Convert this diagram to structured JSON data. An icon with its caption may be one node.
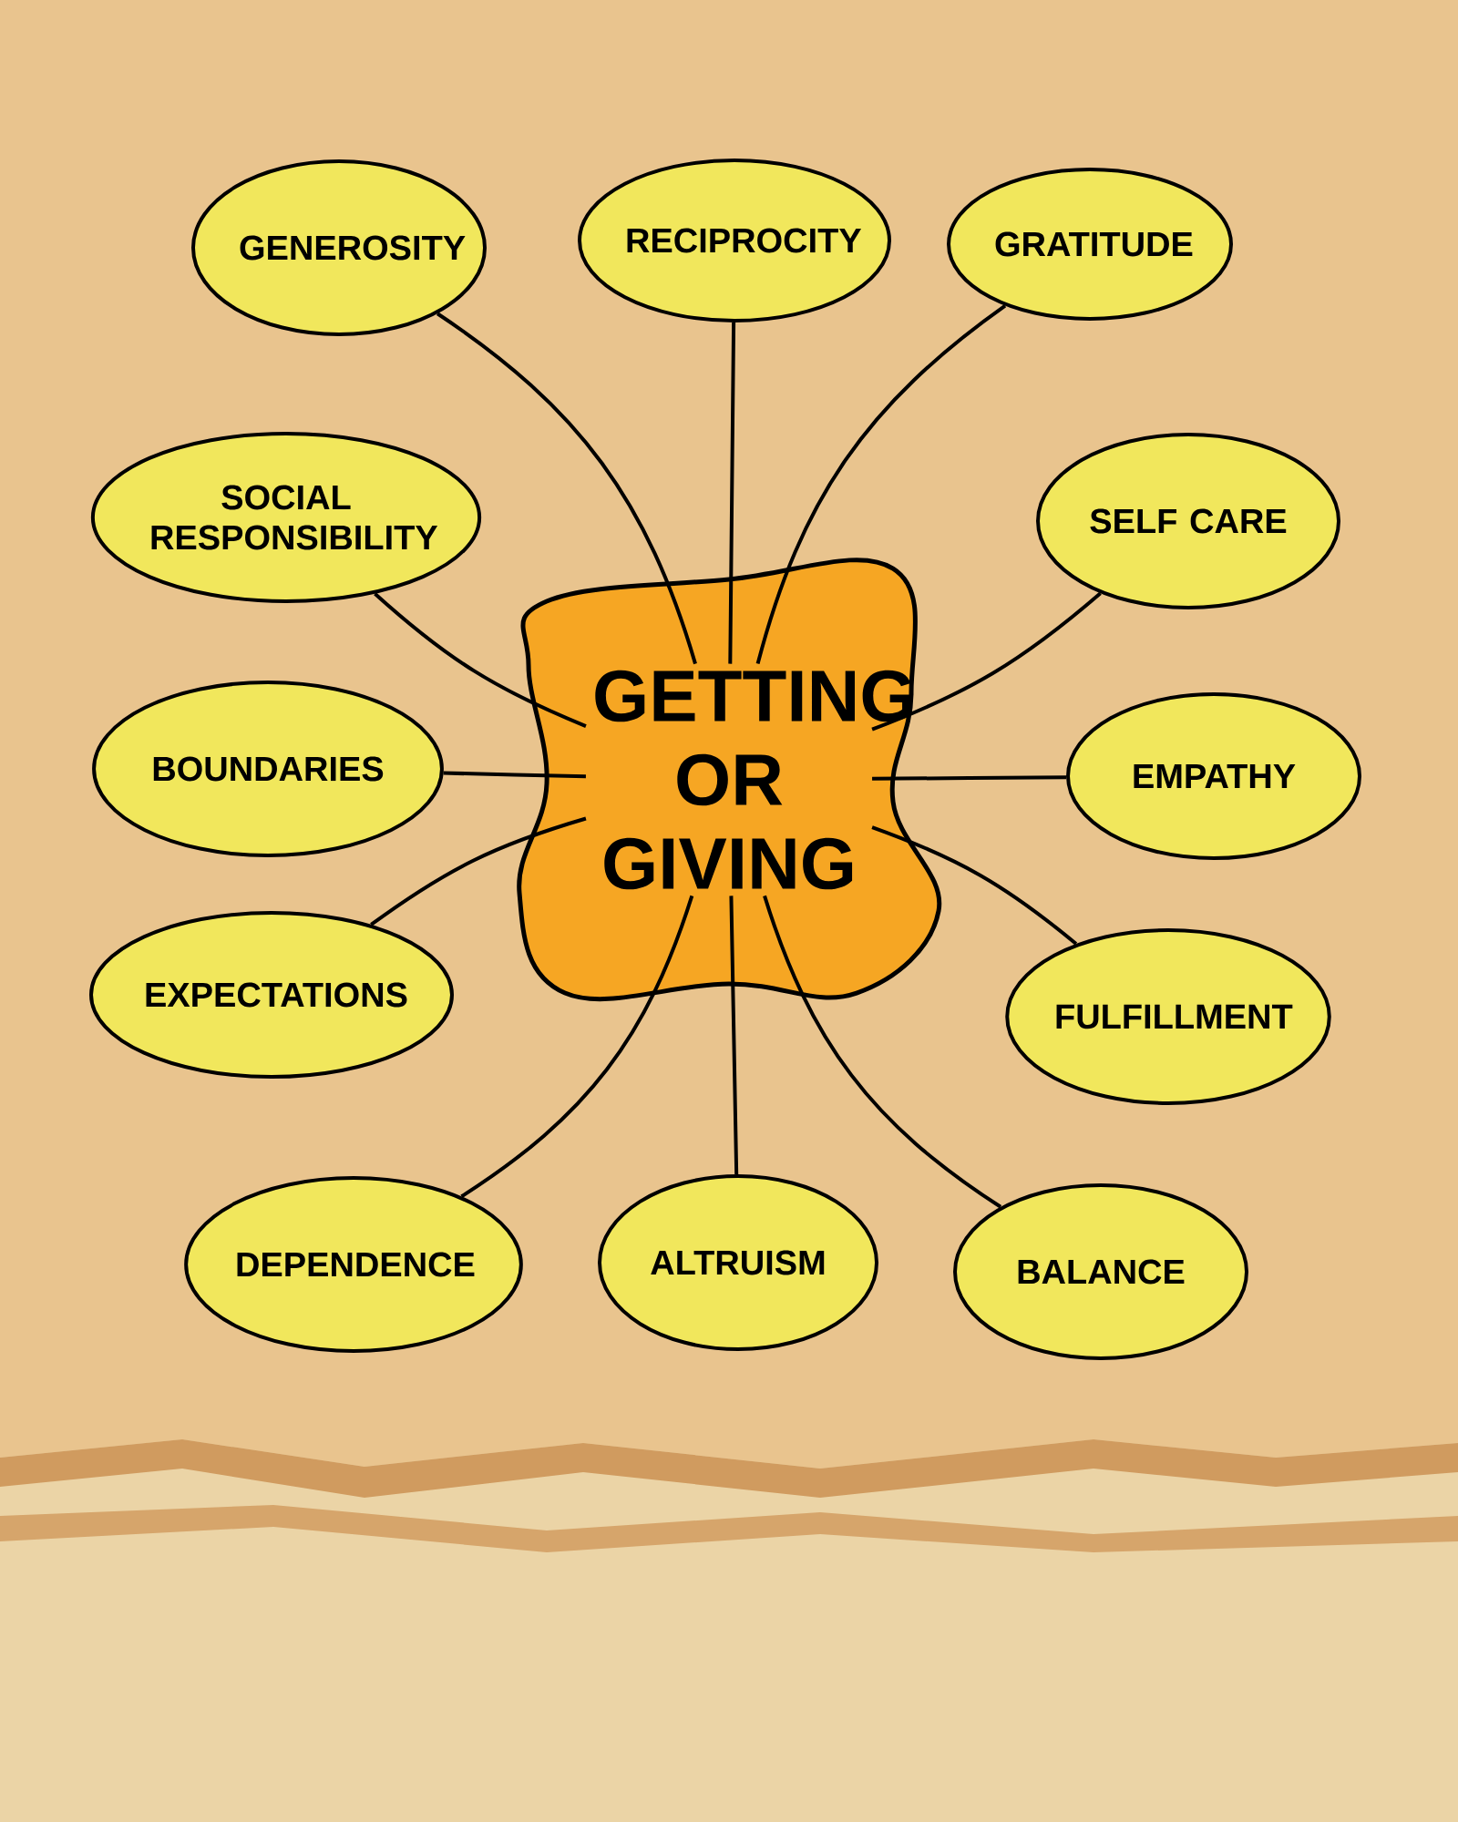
{
  "diagram": {
    "nodes": [
      {
        "text": [
          "GETTING OR GIVING"
        ]
      },
      {
        "text": [
          "GENEROSITY"
        ]
      },
      {
        "text": [
          "RECIPROCITY"
        ]
      },
      {
        "text": [
          "GRATITUDE"
        ]
      },
      {
        "text": [
          "SOCIAL RESPONSIBILITY"
        ]
      },
      {
        "text": [
          "SELF CARE"
        ]
      },
      {
        "text": [
          "BOUNDARIES"
        ]
      },
      {
        "text": [
          "EMPATHY"
        ]
      },
      {
        "text": [
          "EXPECTATIONS"
        ]
      },
      {
        "text": [
          "FULFILLMENT"
        ]
      },
      {
        "text": [
          "DEPENDENCE"
        ]
      },
      {
        "text": [
          "ALTRUISM"
        ]
      },
      {
        "text": [
          "BALANCE"
        ]
      }
    ],
    "edges": [
      {
        "from": 0,
        "to": 1,
        "arrow": "none"
      },
      {
        "from": 0,
        "to": 2,
        "arrow": "none"
      },
      {
        "from": 0,
        "to": 3,
        "arrow": "none"
      },
      {
        "from": 0,
        "to": 4,
        "arrow": "none"
      },
      {
        "from": 0,
        "to": 5,
        "arrow": "none"
      },
      {
        "from": 0,
        "to": 6,
        "arrow": "none"
      },
      {
        "from": 0,
        "to": 7,
        "arrow": "none"
      },
      {
        "from": 0,
        "to": 8,
        "arrow": "none"
      },
      {
        "from": 0,
        "to": 9,
        "arrow": "none"
      },
      {
        "from": 0,
        "to": 10,
        "arrow": "none"
      },
      {
        "from": 0,
        "to": 11,
        "arrow": "none"
      },
      {
        "from": 0,
        "to": 12,
        "arrow": "none"
      }
    ]
  }
}
